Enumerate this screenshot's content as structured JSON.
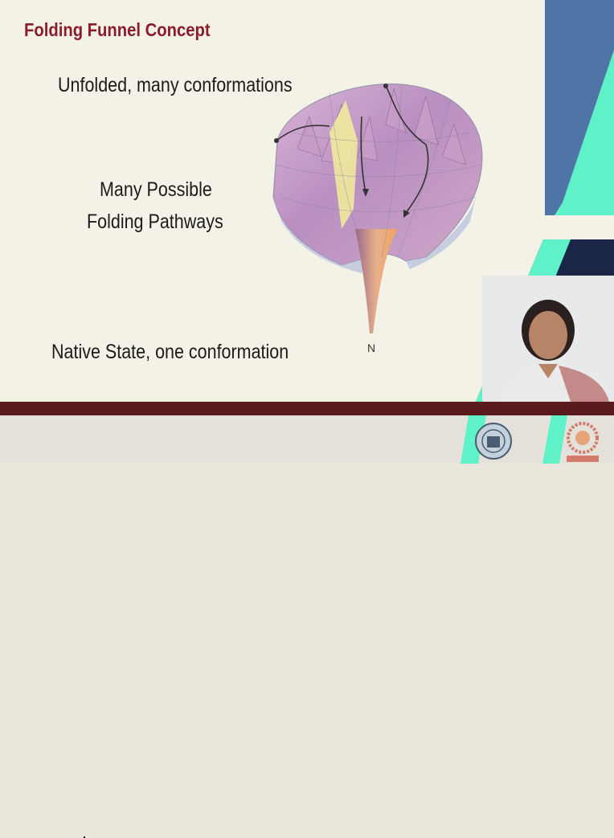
{
  "slide": {
    "title": "Folding Funnel Concept",
    "unfolded_label": "Unfolded, many conformations",
    "pathways_line1": "Many Possible",
    "pathways_line2": "Folding Pathways",
    "native_label": "Native State, one conformation",
    "funnel_bottom_label": "N"
  },
  "theme": {
    "title_color": "#8a1d2c",
    "accent_blue": "#4f74a6",
    "accent_teal": "#5ff2c8",
    "dark_navy": "#1a2548",
    "bottom_bar": "#5b1a1e"
  },
  "footer": {
    "logo_left_icon": "iit-kharagpur-emblem-icon",
    "logo_right_icon": "nptel-logo-icon"
  }
}
